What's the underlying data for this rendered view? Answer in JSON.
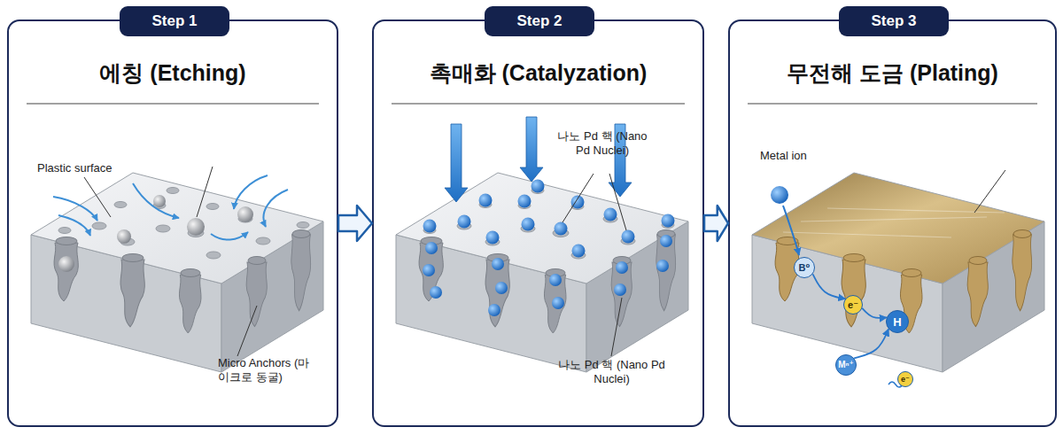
{
  "diagram": {
    "nodes": [
      {
        "text": [
          "에칭 (Etching)"
        ]
      },
      {
        "text": [
          "Step 1"
        ],
        "in": 0
      },
      {
        "text": [
          "촉매화 (Catalyzation)"
        ]
      },
      {
        "text": [
          "Step 2"
        ],
        "in": 2
      },
      {
        "text": [
          "무전해 도금 (Plating)"
        ]
      },
      {
        "text": [
          "Step 3"
        ],
        "in": 4
      },
      {
        "text": [
          "B⁰"
        ],
        "in": 4
      },
      {
        "text": [
          "e⁻"
        ],
        "in": 4
      },
      {
        "text": [
          "H"
        ],
        "in": 4
      },
      {
        "text": [
          "Mⁿ⁺"
        ],
        "in": 4
      },
      {
        "text": [
          "e⁻"
        ],
        "in": 4
      }
    ],
    "edges": [
      {
        "from": 0,
        "to": 2,
        "arrow": "to"
      },
      {
        "from": 2,
        "to": 4,
        "arrow": "to"
      },
      {
        "from": 6,
        "to": 7,
        "arrow": "to"
      },
      {
        "from": 7,
        "to": 8,
        "arrow": "to"
      },
      {
        "from": 9,
        "to": 8,
        "arrow": "to"
      }
    ],
    "labels": [
      "Plastic surface",
      "Micro Anchors (마이크로 동굴)",
      "나노 Pd 핵 (Nano Pd Nuclei)",
      "나노 Pd 핵 (Nano Pd Nuclei)",
      "Metal ion"
    ]
  }
}
